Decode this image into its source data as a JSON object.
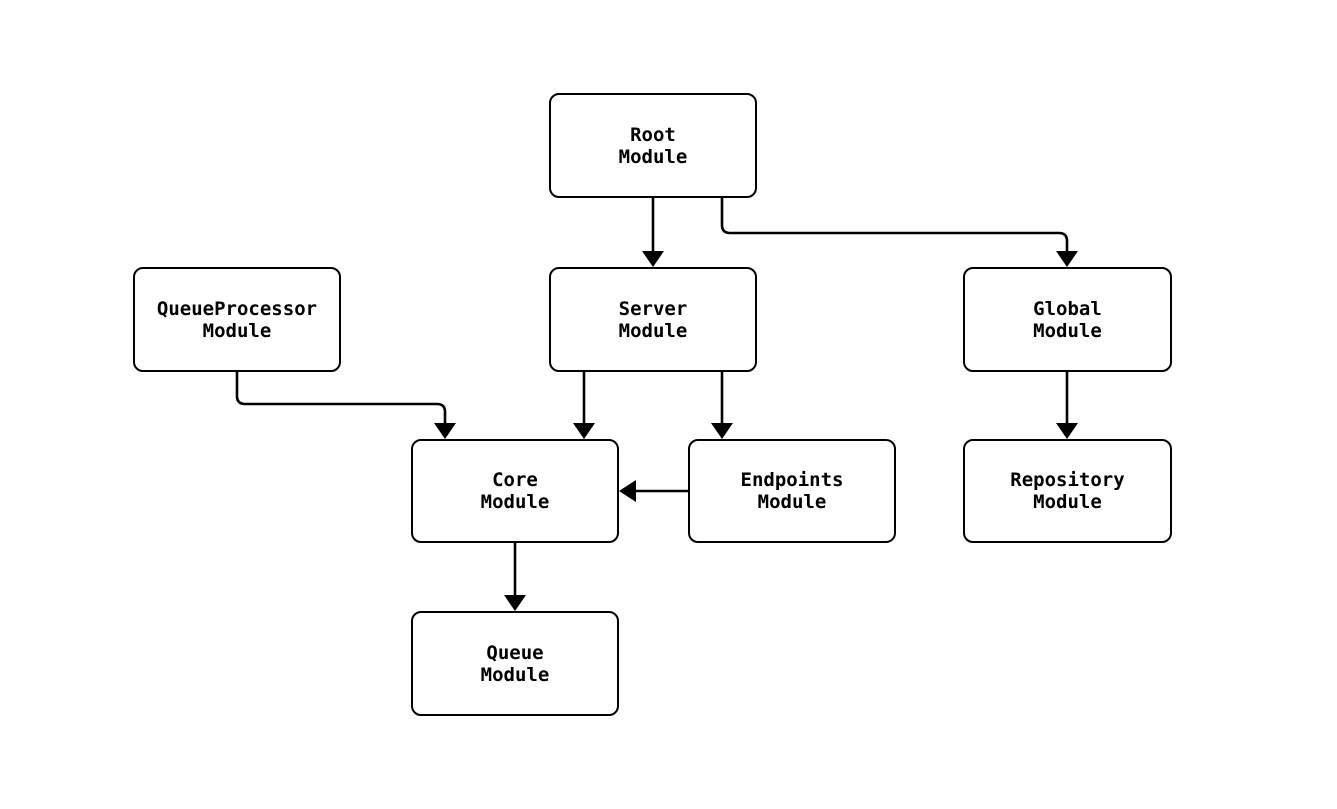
{
  "diagram": {
    "background_color": "#ffffff",
    "line_color": "#000000",
    "node_fill_color": "#ffffff",
    "text_color": "#000000",
    "nodes": [
      {
        "id": "root",
        "label": "Root\nModule"
      },
      {
        "id": "queueprocessor",
        "label": "QueueProcessor\nModule"
      },
      {
        "id": "server",
        "label": "Server\nModule"
      },
      {
        "id": "global",
        "label": "Global\nModule"
      },
      {
        "id": "core",
        "label": "Core\nModule"
      },
      {
        "id": "endpoints",
        "label": "Endpoints\nModule"
      },
      {
        "id": "repository",
        "label": "Repository\nModule"
      },
      {
        "id": "queue",
        "label": "Queue\nModule"
      }
    ],
    "edges": [
      {
        "from": "root",
        "to": "server"
      },
      {
        "from": "root",
        "to": "global"
      },
      {
        "from": "queueprocessor",
        "to": "core"
      },
      {
        "from": "server",
        "to": "core"
      },
      {
        "from": "server",
        "to": "endpoints"
      },
      {
        "from": "endpoints",
        "to": "core"
      },
      {
        "from": "global",
        "to": "repository"
      },
      {
        "from": "core",
        "to": "queue"
      }
    ]
  }
}
